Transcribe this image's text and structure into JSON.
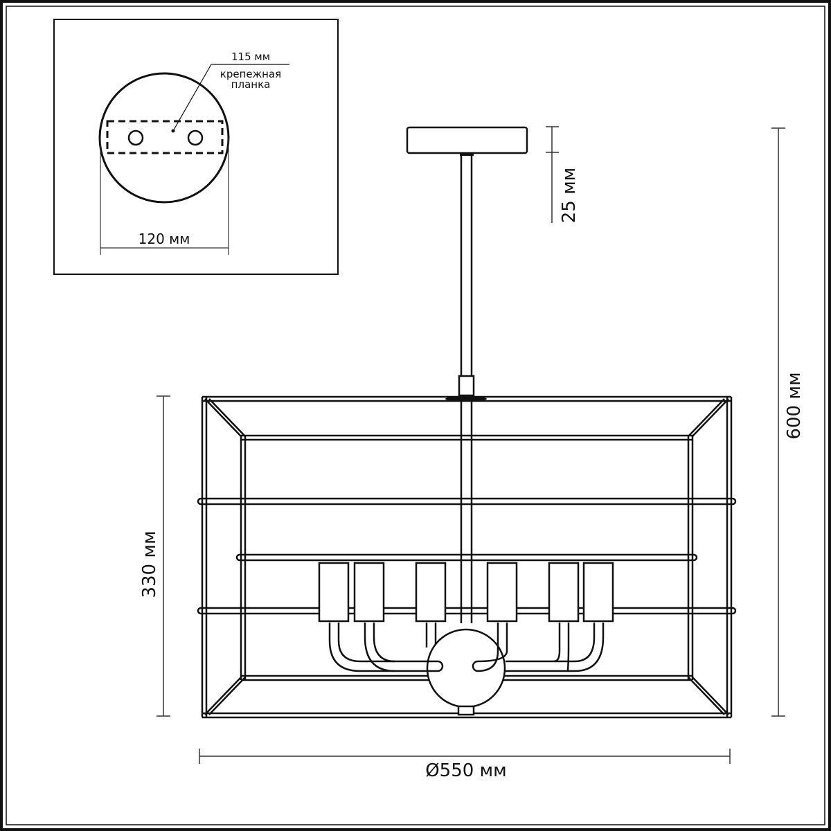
{
  "colors": {
    "line": "#111111",
    "dimension_line": "#333333",
    "background": "#ffffff"
  },
  "inset": {
    "title": "mounting plate detail",
    "plate_length_label": "115 мм",
    "plate_name_line1": "крепежная",
    "plate_name_line2": "планка",
    "canopy_diameter_label": "120 мм"
  },
  "dimensions": {
    "canopy_height_label": "25 мм",
    "total_height_label": "600 мм",
    "shade_height_label": "330 мм",
    "diameter_label": "Ø550 мм"
  },
  "fixture": {
    "lamp_count": 6,
    "type": "pendant chandelier with rectangular wire cage"
  }
}
